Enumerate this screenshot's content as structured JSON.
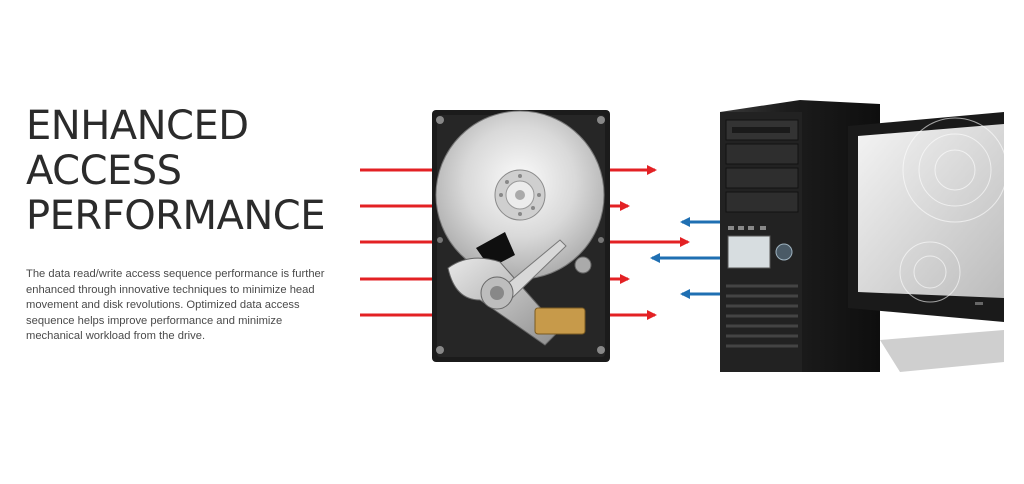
{
  "section": {
    "heading_lines": [
      "ENHANCED",
      "ACCESS",
      "PERFORMANCE"
    ],
    "description": "The data read/write access sequence performance is further enhanced through innovative techniques to minimize head movement and disk revolutions. Optimized data access sequence helps improve performance and minimize mechanical workload from the drive."
  },
  "illustration": {
    "hard_drive": "hard-drive-icon",
    "computer_tower": "computer-tower-icon",
    "monitor": "monitor-icon",
    "arrow_red": "#e32124",
    "arrow_blue": "#1f6fb2"
  }
}
